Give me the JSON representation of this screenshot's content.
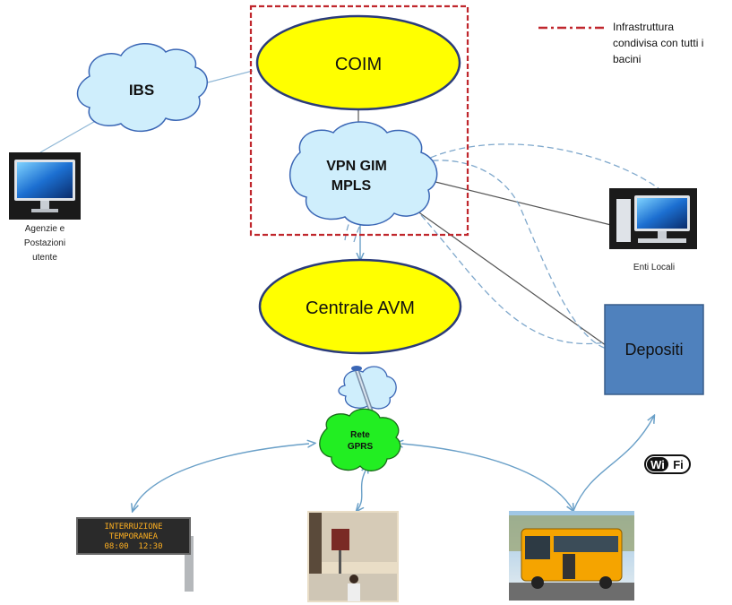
{
  "legend": {
    "text_line1": "Infrastruttura",
    "text_line2": "condivisa con tutti i",
    "text_line3": "bacini",
    "line_color": "#c0272d"
  },
  "nodes": {
    "coim": "COIM",
    "ibs": "IBS",
    "vpn_line1": "VPN GIM",
    "vpn_line2": "MPLS",
    "centrale_avm": "Centrale AVM",
    "depositi": "Depositi",
    "rete_line1": "Rete",
    "rete_line2": "GPRS"
  },
  "labels": {
    "agenzie_line1": "Agenzie e",
    "agenzie_line2": "Postazioni",
    "agenzie_line3": "utente",
    "enti_locali": "Enti Locali"
  },
  "sign": {
    "line1": "INTERRUZIONE",
    "line2": "TEMPORANEA",
    "line3": "08:00  12:30"
  },
  "wifi": {
    "wi": "Wi",
    "fi": "Fi"
  },
  "colors": {
    "ellipse_fill": "#ffff00",
    "ellipse_stroke": "#2a3b7a",
    "cloud_fill": "#cfeefc",
    "cloud_stroke": "#3a66b5",
    "gprs_fill": "#22ee22",
    "depositi_fill": "#4f81bd",
    "connector": "#6aa0c8"
  }
}
